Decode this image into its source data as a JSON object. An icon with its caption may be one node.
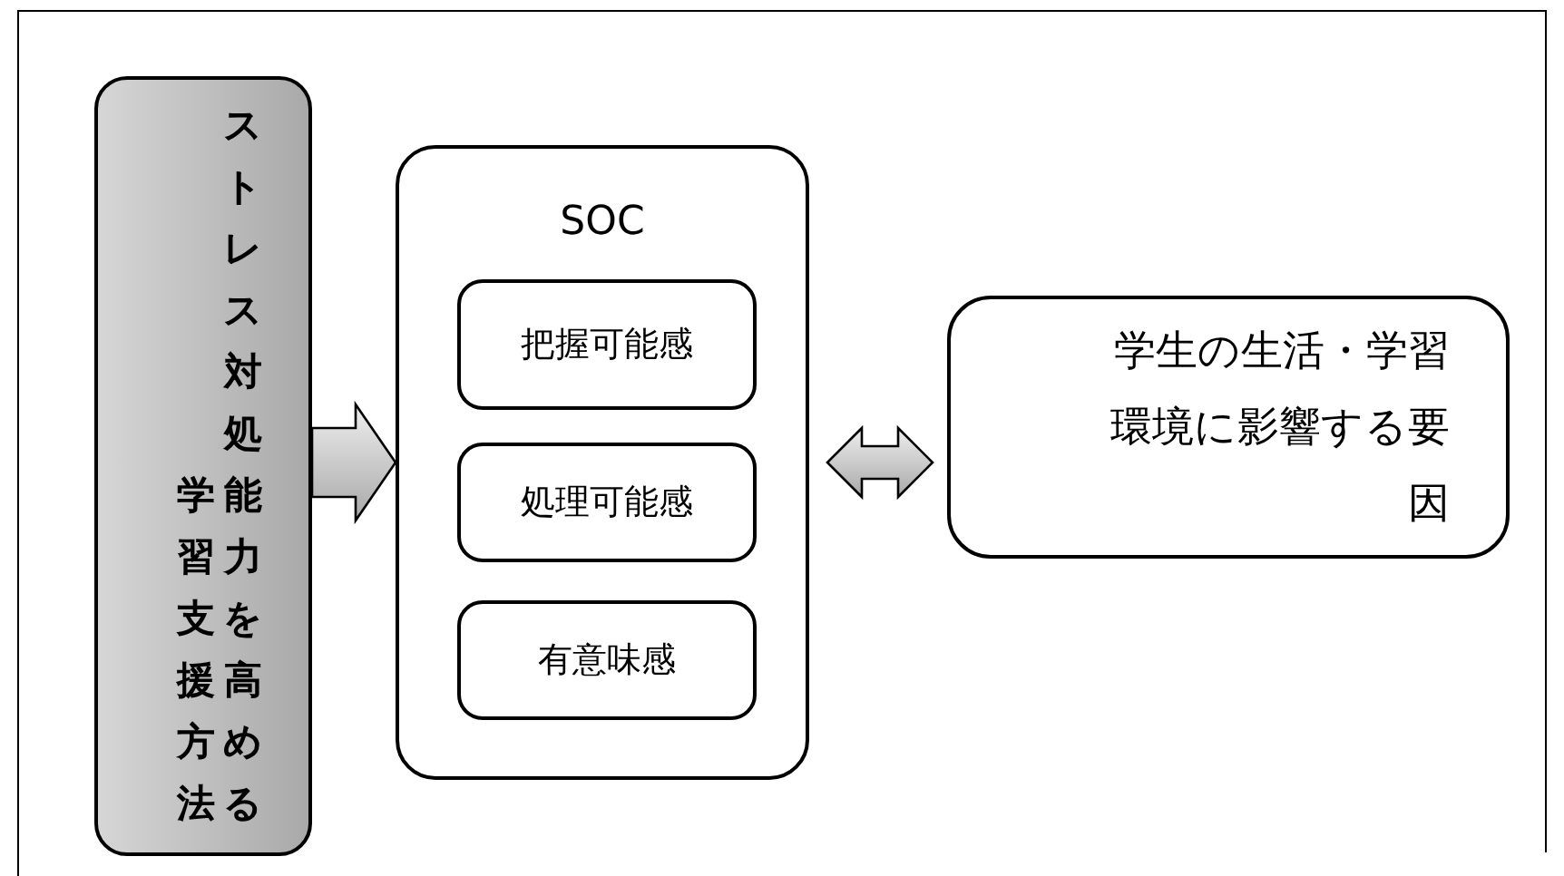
{
  "diagram": {
    "nodes": [
      {
        "text": [
          "学習支援方法",
          "ストレス対処能力を高める"
        ]
      },
      {
        "text": [
          "SOC"
        ]
      },
      {
        "text": [
          "把握可能感"
        ],
        "in": 1
      },
      {
        "text": [
          "処理可能感"
        ],
        "in": 1
      },
      {
        "text": [
          "有意味感"
        ],
        "in": 1
      },
      {
        "text": [
          "学生の生活・学習環境に影響する要因"
        ]
      }
    ],
    "edges": [
      {
        "from": 0,
        "to": 1,
        "arrow": "to"
      },
      {
        "from": 1,
        "to": 5,
        "arrow": "both"
      }
    ]
  }
}
